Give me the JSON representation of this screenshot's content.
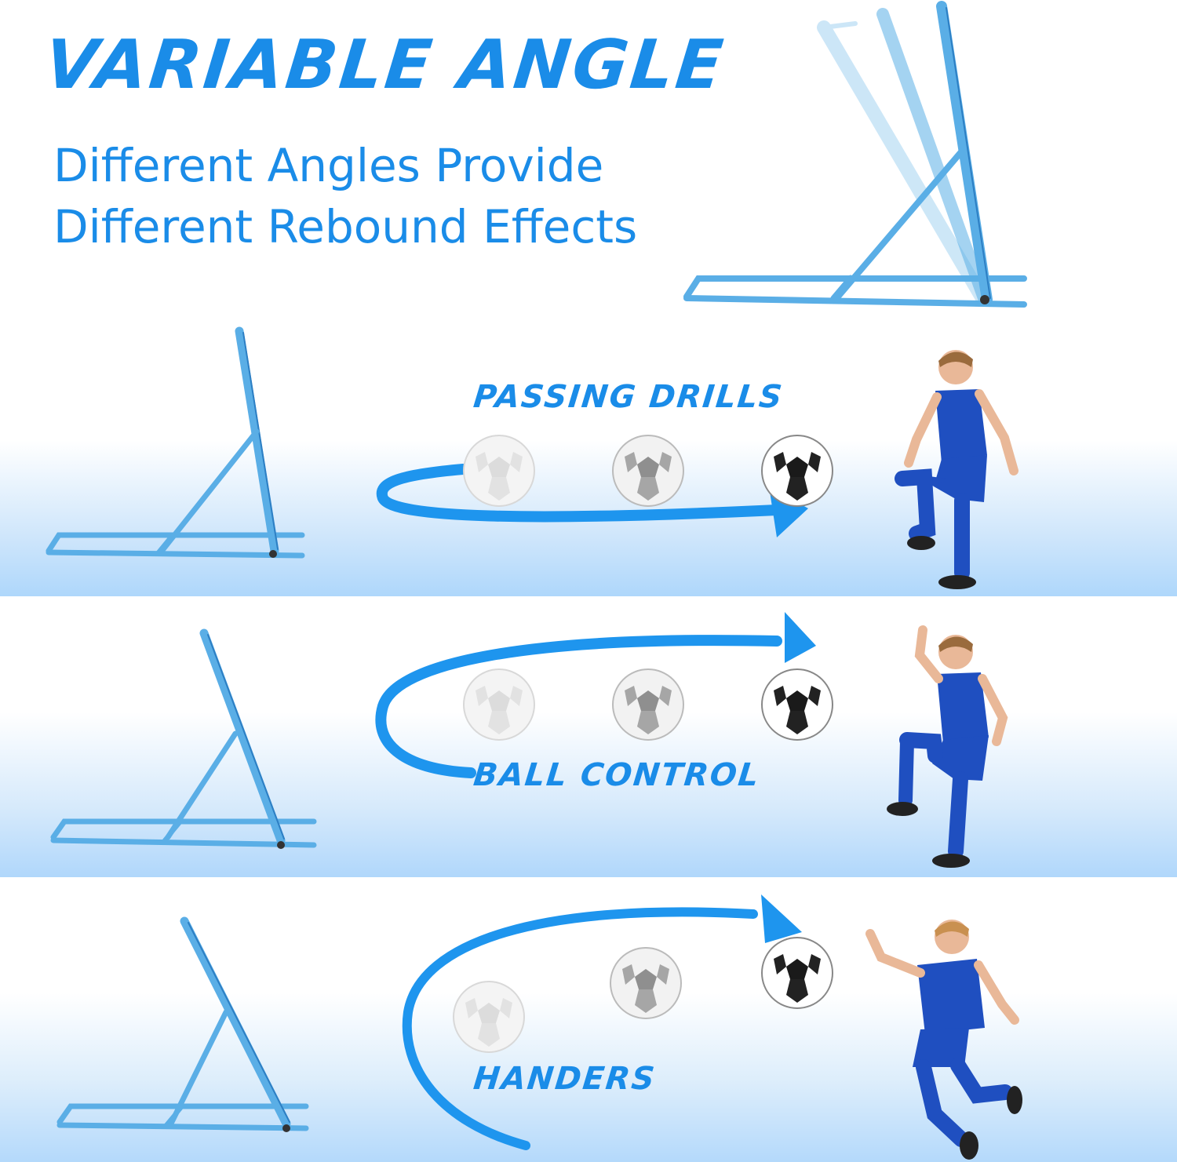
{
  "header": {
    "title": "VARIABLE ANGLE",
    "subtitle_line1": "Different Angles Provide",
    "subtitle_line2": "Different Rebound Effects"
  },
  "drills": [
    {
      "label": "PASSING DRILLS"
    },
    {
      "label": "BALL CONTROL"
    },
    {
      "label": "HANDERS"
    }
  ],
  "colors": {
    "brand_blue": "#1a8ce8",
    "frame_blue": "#5aaee6",
    "jersey_blue": "#1f4fc0"
  }
}
